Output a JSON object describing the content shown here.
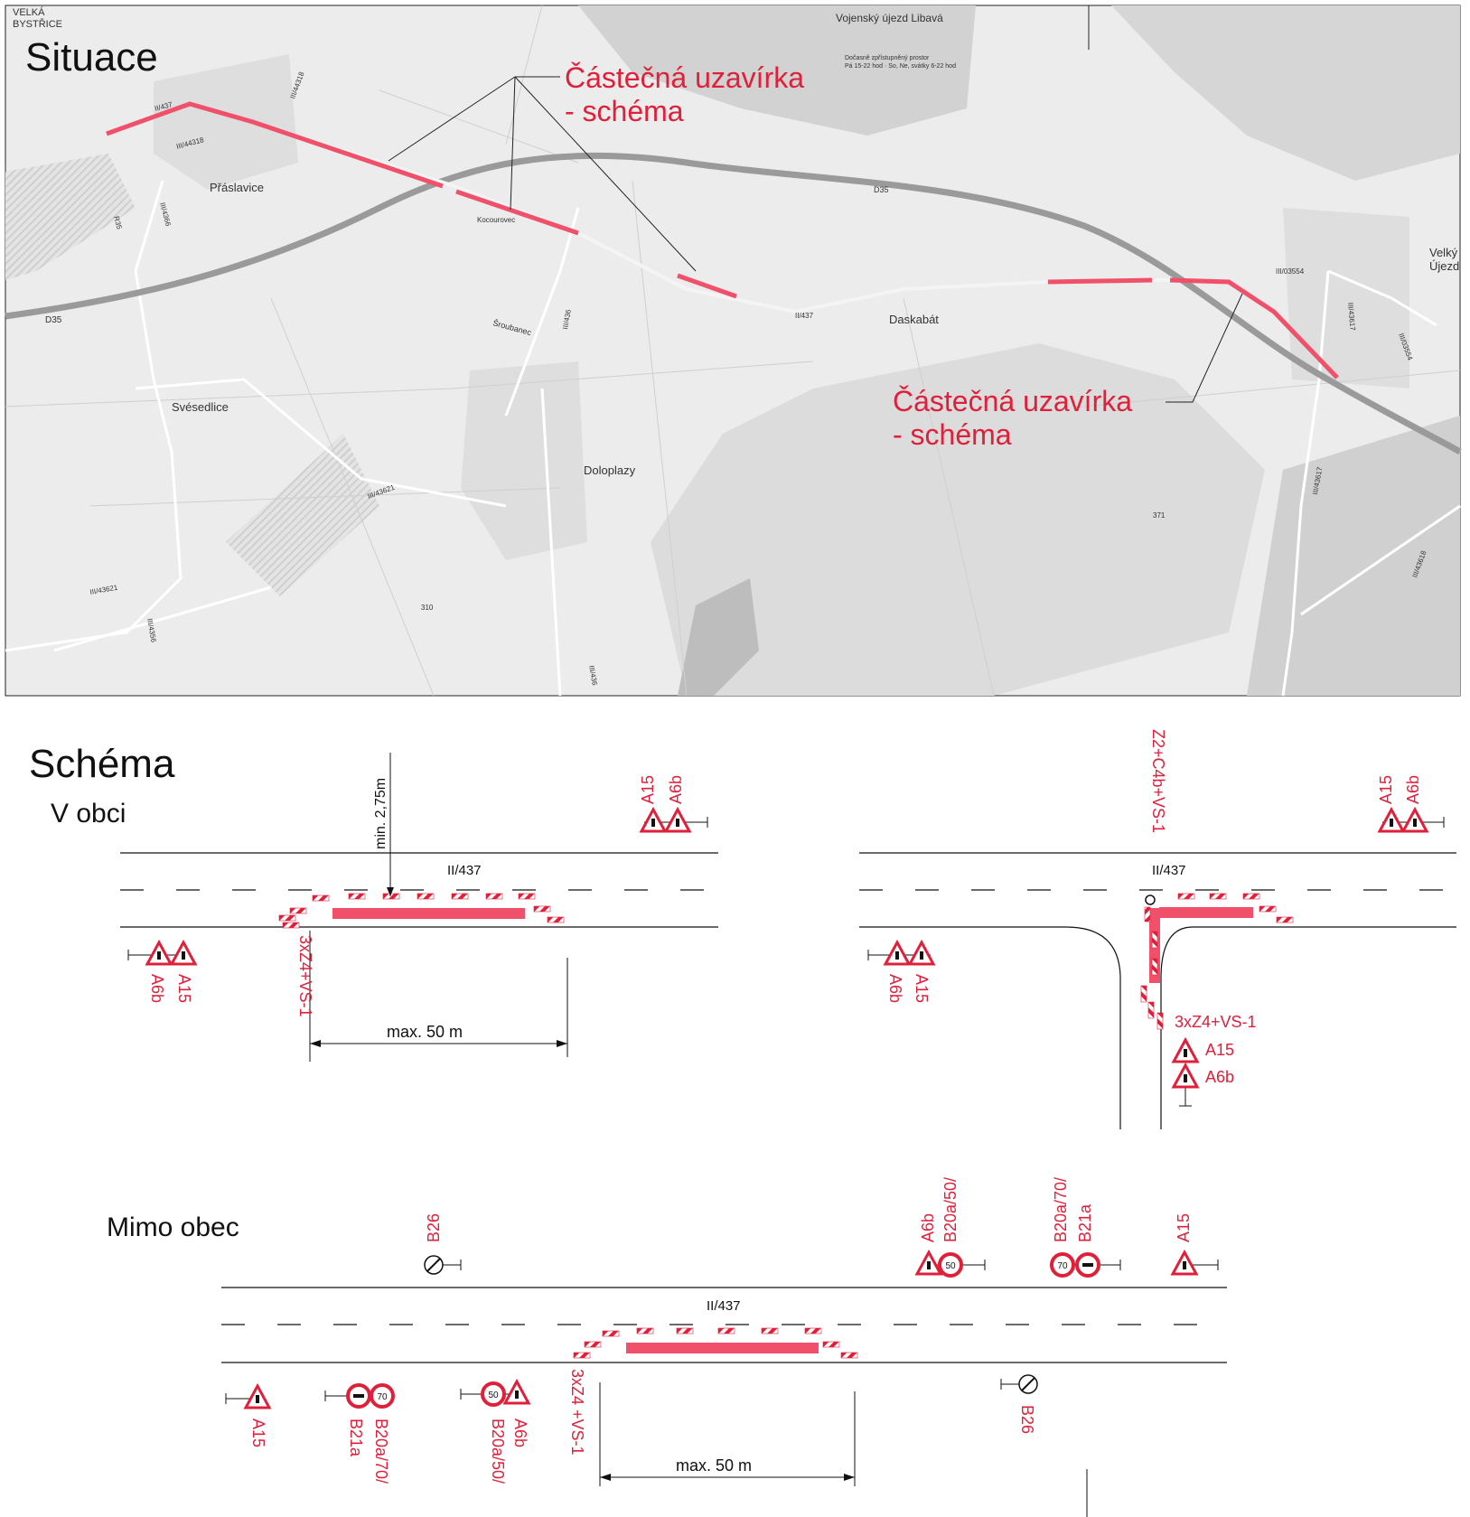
{
  "map": {
    "title": "Situace",
    "corner_label_1": "VELKÁ",
    "corner_label_2": "BYSTŘICE",
    "top_area_label": "Vojenský újezd Libavá",
    "top_area_small": "Dočasně zpřístupněný prostor",
    "top_area_small2": "Pá 15-22 hod · So, Ne, svátky 6-22 hod",
    "callout_top_line1": "Částečná uzavírka",
    "callout_top_line2": "- schéma",
    "callout_bottom_line1": "Částečná uzavírka",
    "callout_bottom_line2": "- schéma",
    "places": {
      "praslavice": "Přáslavice",
      "svesedlice": "Svésedlice",
      "doloplazy": "Doloplazy",
      "daskabat": "Daskabát",
      "velky_ujezd_1": "Velký",
      "velky_ujezd_2": "Újezd",
      "kocourovec": "Kocourovec",
      "strouzanec": "Šroubanec"
    },
    "roads": {
      "d35_west": "D35",
      "d35_east": "D35",
      "ii437_west": "II/437",
      "ii437_east": "II/437",
      "iii44318_a": "III/44318",
      "iii44318_b": "III/44318",
      "iii4366": "III/4366",
      "iii436_a": "III/436",
      "iii436_b": "III/436",
      "iii43621_a": "III/43621",
      "iii43621_b": "III/43621",
      "iii4356": "III/4356",
      "iii03554_a": "III/03554",
      "iii03554_b": "III/03554",
      "iii43617": "III/43617",
      "iii43618": "III/43618",
      "iii43617b": "III/43617",
      "r35": "R35"
    },
    "spot_heights": {
      "h310": "310",
      "h371": "371"
    }
  },
  "schema": {
    "title": "Schéma",
    "v_obci": {
      "heading": "V obci",
      "road_label_1": "II/437",
      "road_label_2": "II/437",
      "min_width": "min. 2,75m",
      "max_len": "max. 50 m",
      "sign_a15": "A15",
      "sign_a6b": "A6b",
      "z4_label": "3xZ4+VS-1",
      "z2_label": "Z2+C4b+VS-1",
      "right_z4_label": "3xZ4+VS-1",
      "right_a15": "A15",
      "right_a6b": "A6b"
    },
    "mimo_obec": {
      "heading": "Mimo obec",
      "road_label": "II/437",
      "max_len": "max. 50 m",
      "b26": "B26",
      "a6b": "A6b",
      "b20a50": "B20a/50/",
      "b20a70": "B20a/70/",
      "b21a": "B21a",
      "a15": "A15",
      "z4_label": "3xZ4 +VS-1",
      "sign_50": "50",
      "sign_70": "70"
    }
  },
  "colors": {
    "closure": "#f0506a",
    "label_red": "#e0203a",
    "map_bg": "#ececec",
    "highway": "#9a9a9a"
  }
}
